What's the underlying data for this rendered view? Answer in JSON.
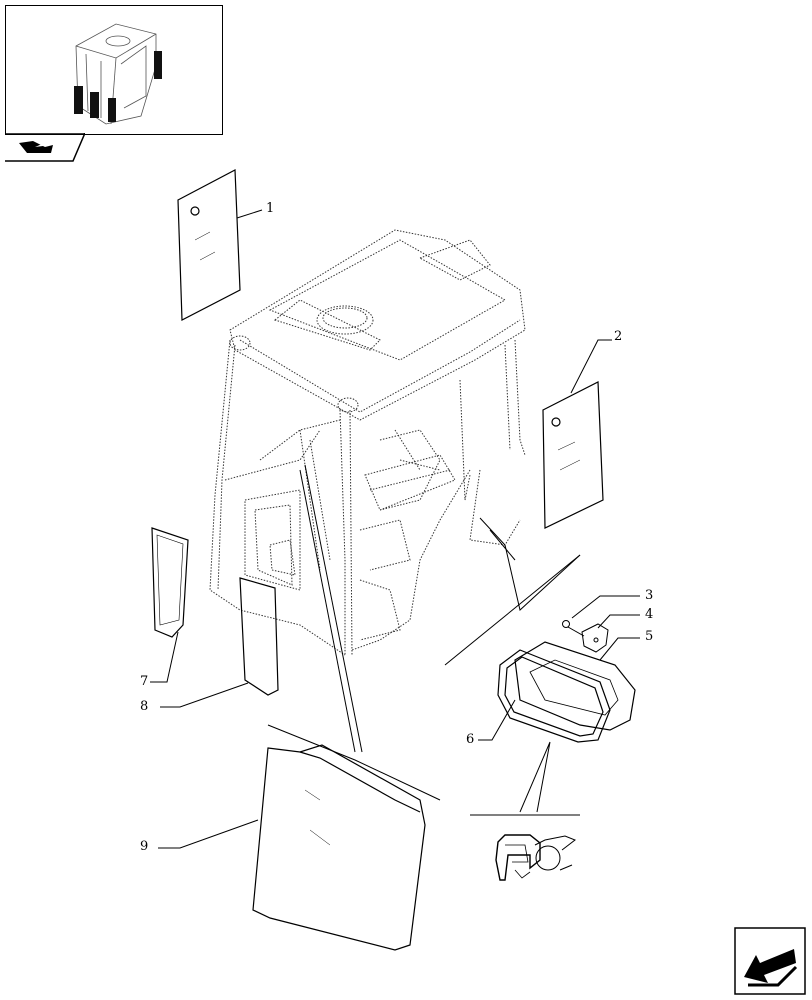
{
  "thumbnail": {
    "icon": "cab-overview-thumbnail"
  },
  "nav": {
    "icon": "vehicle-section-icon"
  },
  "callouts": [
    "1",
    "2",
    "3",
    "4",
    "5",
    "6",
    "7",
    "8",
    "9"
  ],
  "next_page": {
    "icon": "next-page-arrow-icon"
  }
}
